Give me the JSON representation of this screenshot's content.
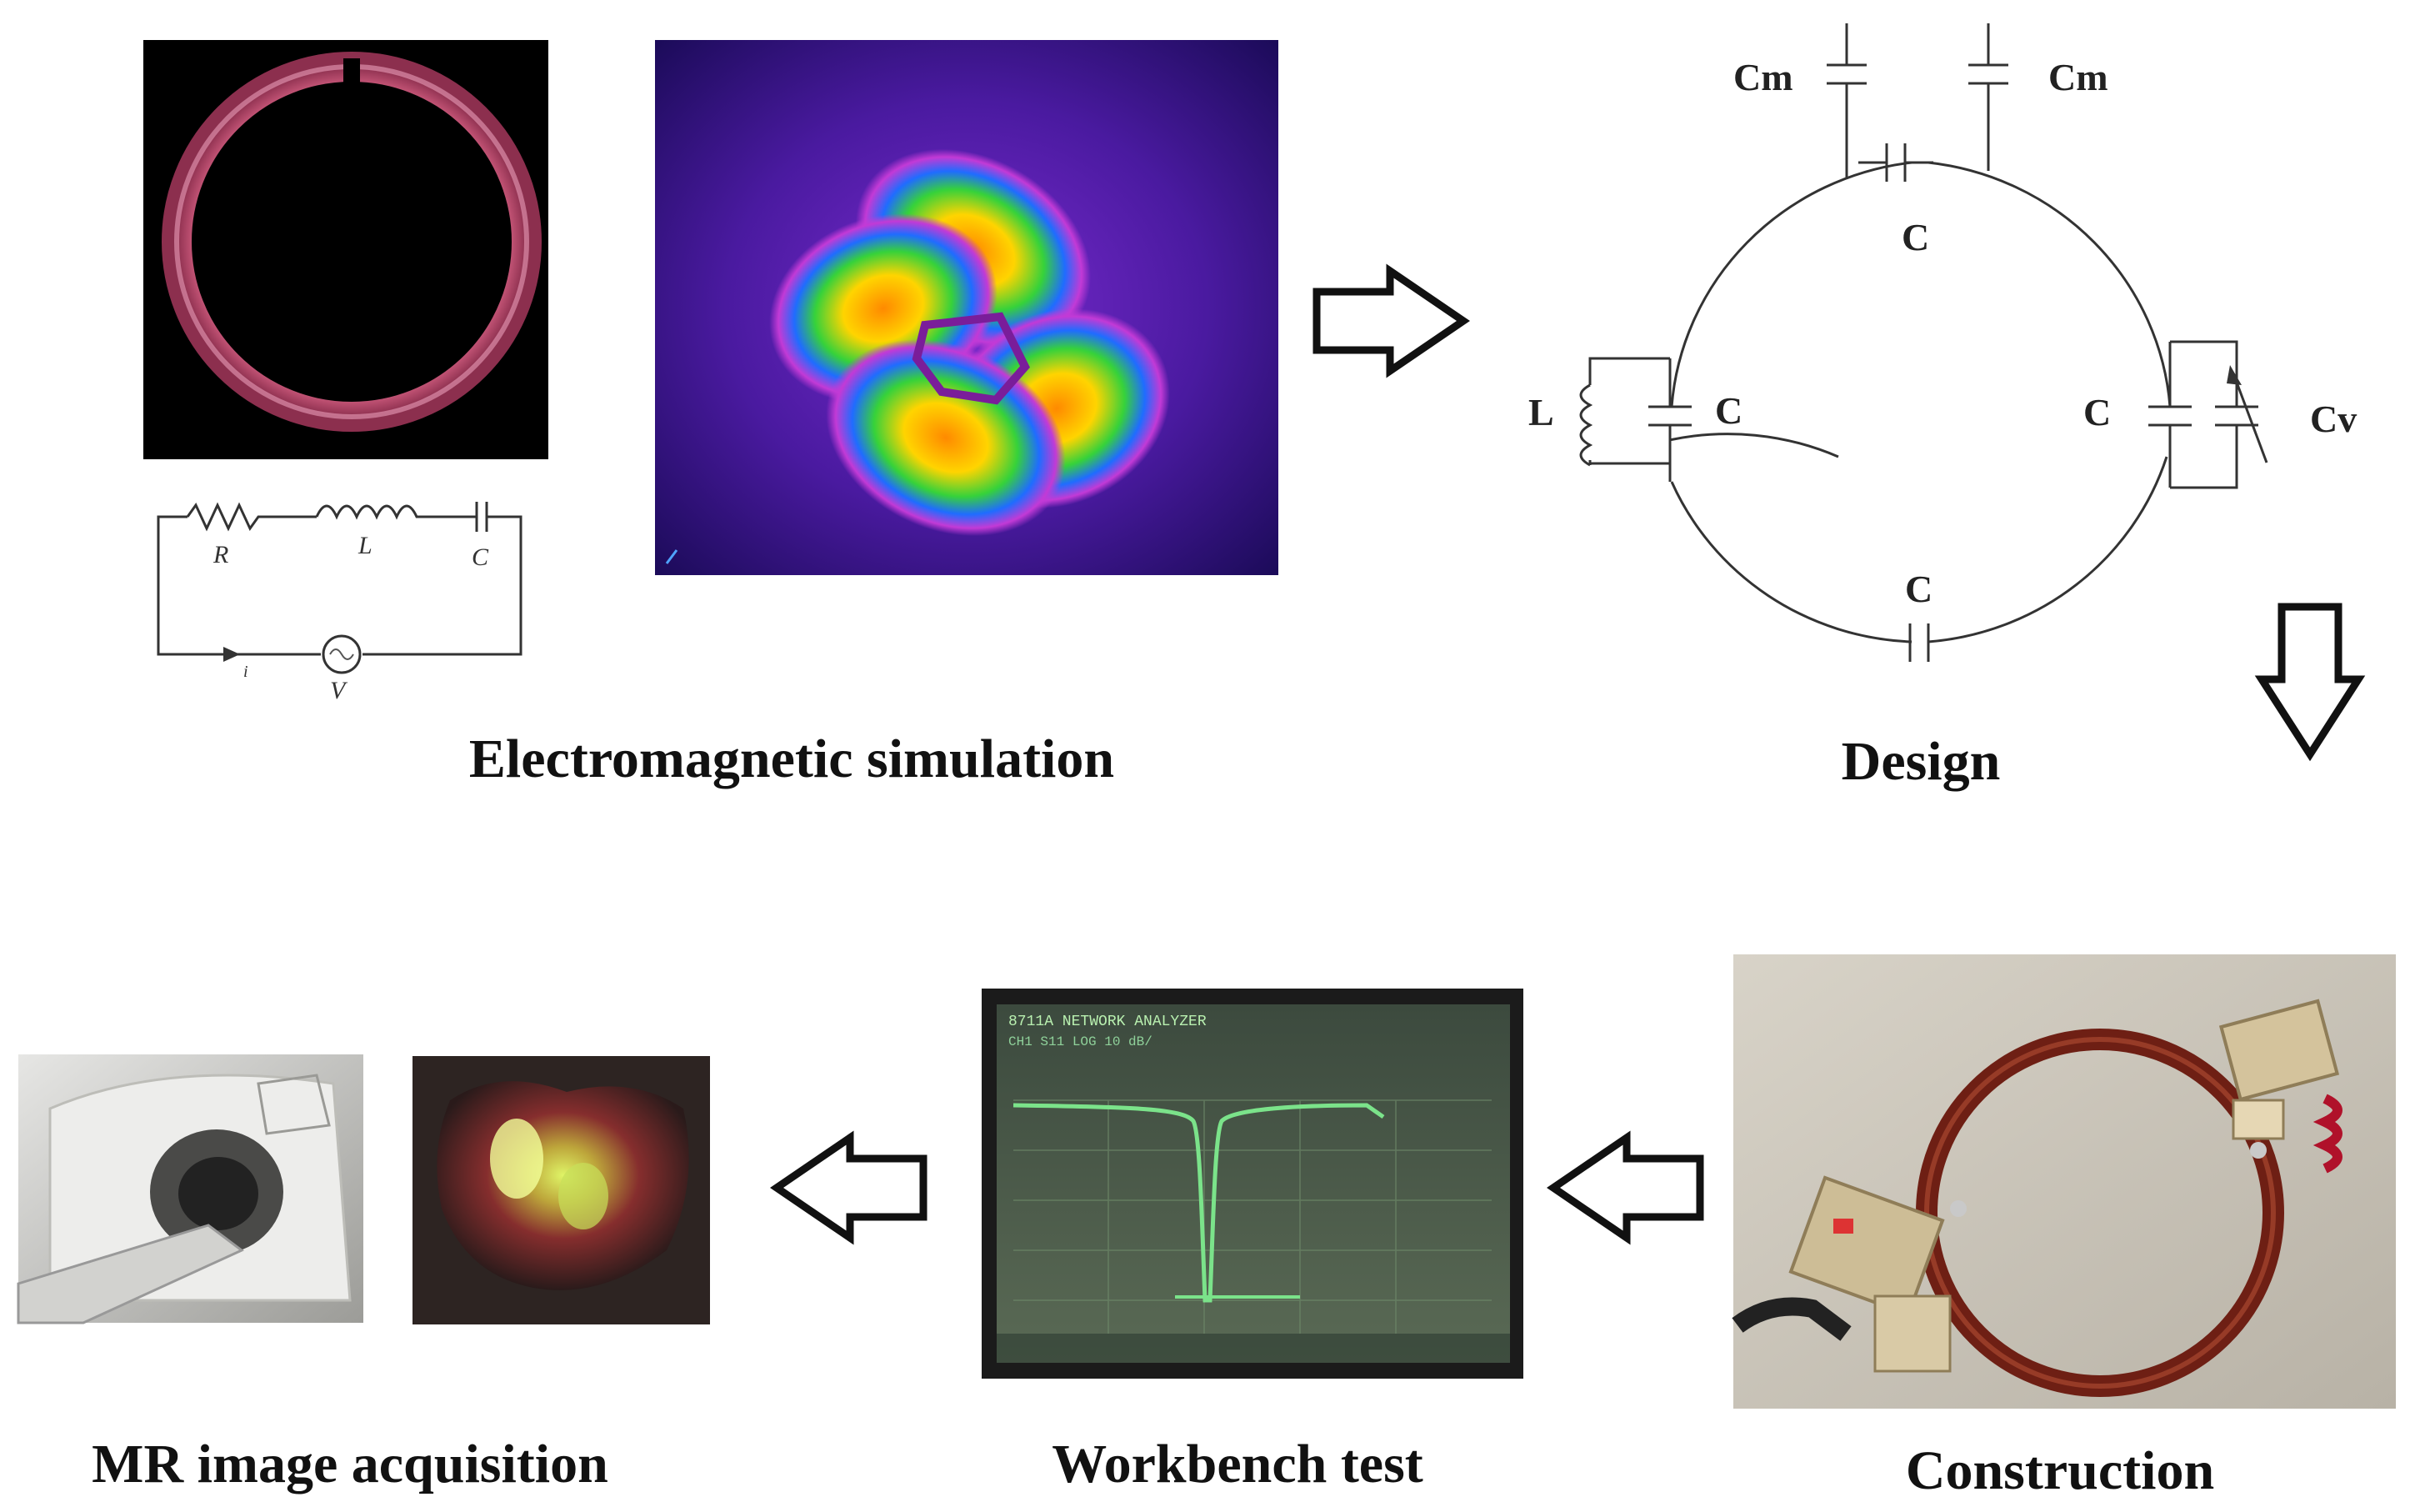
{
  "stages": {
    "simulation": "Electromagnetic simulation",
    "design": "Design",
    "construction": "Construction",
    "workbench": "Workbench test",
    "mr": "MR image acquisition"
  },
  "circuit": {
    "r": "R",
    "l": "L",
    "c": "C",
    "v": "V",
    "i": "i"
  },
  "design": {
    "cm_left": "Cm",
    "cm_right": "Cm",
    "c_top": "C",
    "c_left": "C",
    "c_right": "C",
    "c_bottom": "C",
    "l": "L",
    "cv": "Cv"
  },
  "analyzer": {
    "header": "8711A NETWORK ANALYZER",
    "sub": "CH1 S11 LOG 10 dB/"
  },
  "colors": {
    "ring": "#c9587a",
    "coil_copper": "#6e1f14",
    "screen_green": "#7be38a"
  }
}
